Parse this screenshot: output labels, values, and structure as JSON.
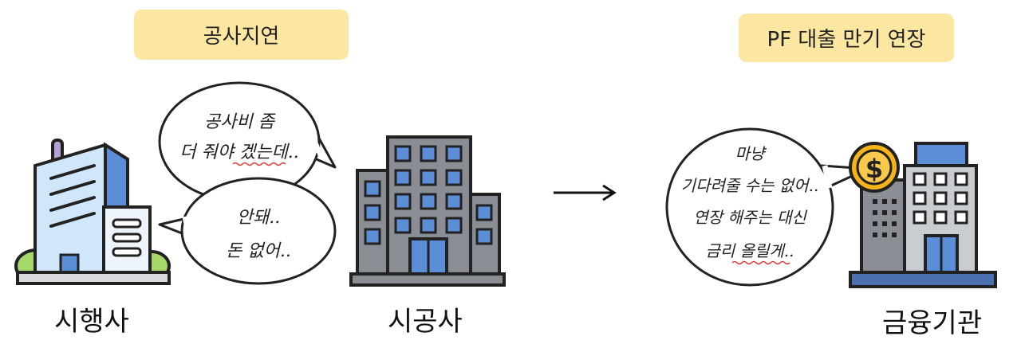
{
  "tags": {
    "construction_delay": "공사지연",
    "pf_loan_extension": "PF 대출 만기 연장"
  },
  "labels": {
    "developer": "시행사",
    "contractor": "시공사",
    "financial_institution": "금융기관"
  },
  "bubbles": {
    "contractor_request": [
      "공사비 좀",
      "더 줘야 겠는데.."
    ],
    "developer_reply": [
      "안돼..",
      "돈 없어.."
    ],
    "bank_reply": [
      "마냥",
      "기다려줄 수는 없어..",
      "연장 해주는 대신",
      "금리 올릴게.."
    ]
  },
  "icons": {
    "developer": "office-building-icon",
    "contractor": "office-tower-icon",
    "financial_institution": "bank-building-dollar-icon",
    "arrow": "right-arrow-icon"
  },
  "colors": {
    "tag_fill": "#fbe6a2",
    "building_blue": "#5b8ed6",
    "building_gray": "#8a8d94",
    "coin_gold": "#f4b41a",
    "bush_green": "#a6d86a"
  }
}
